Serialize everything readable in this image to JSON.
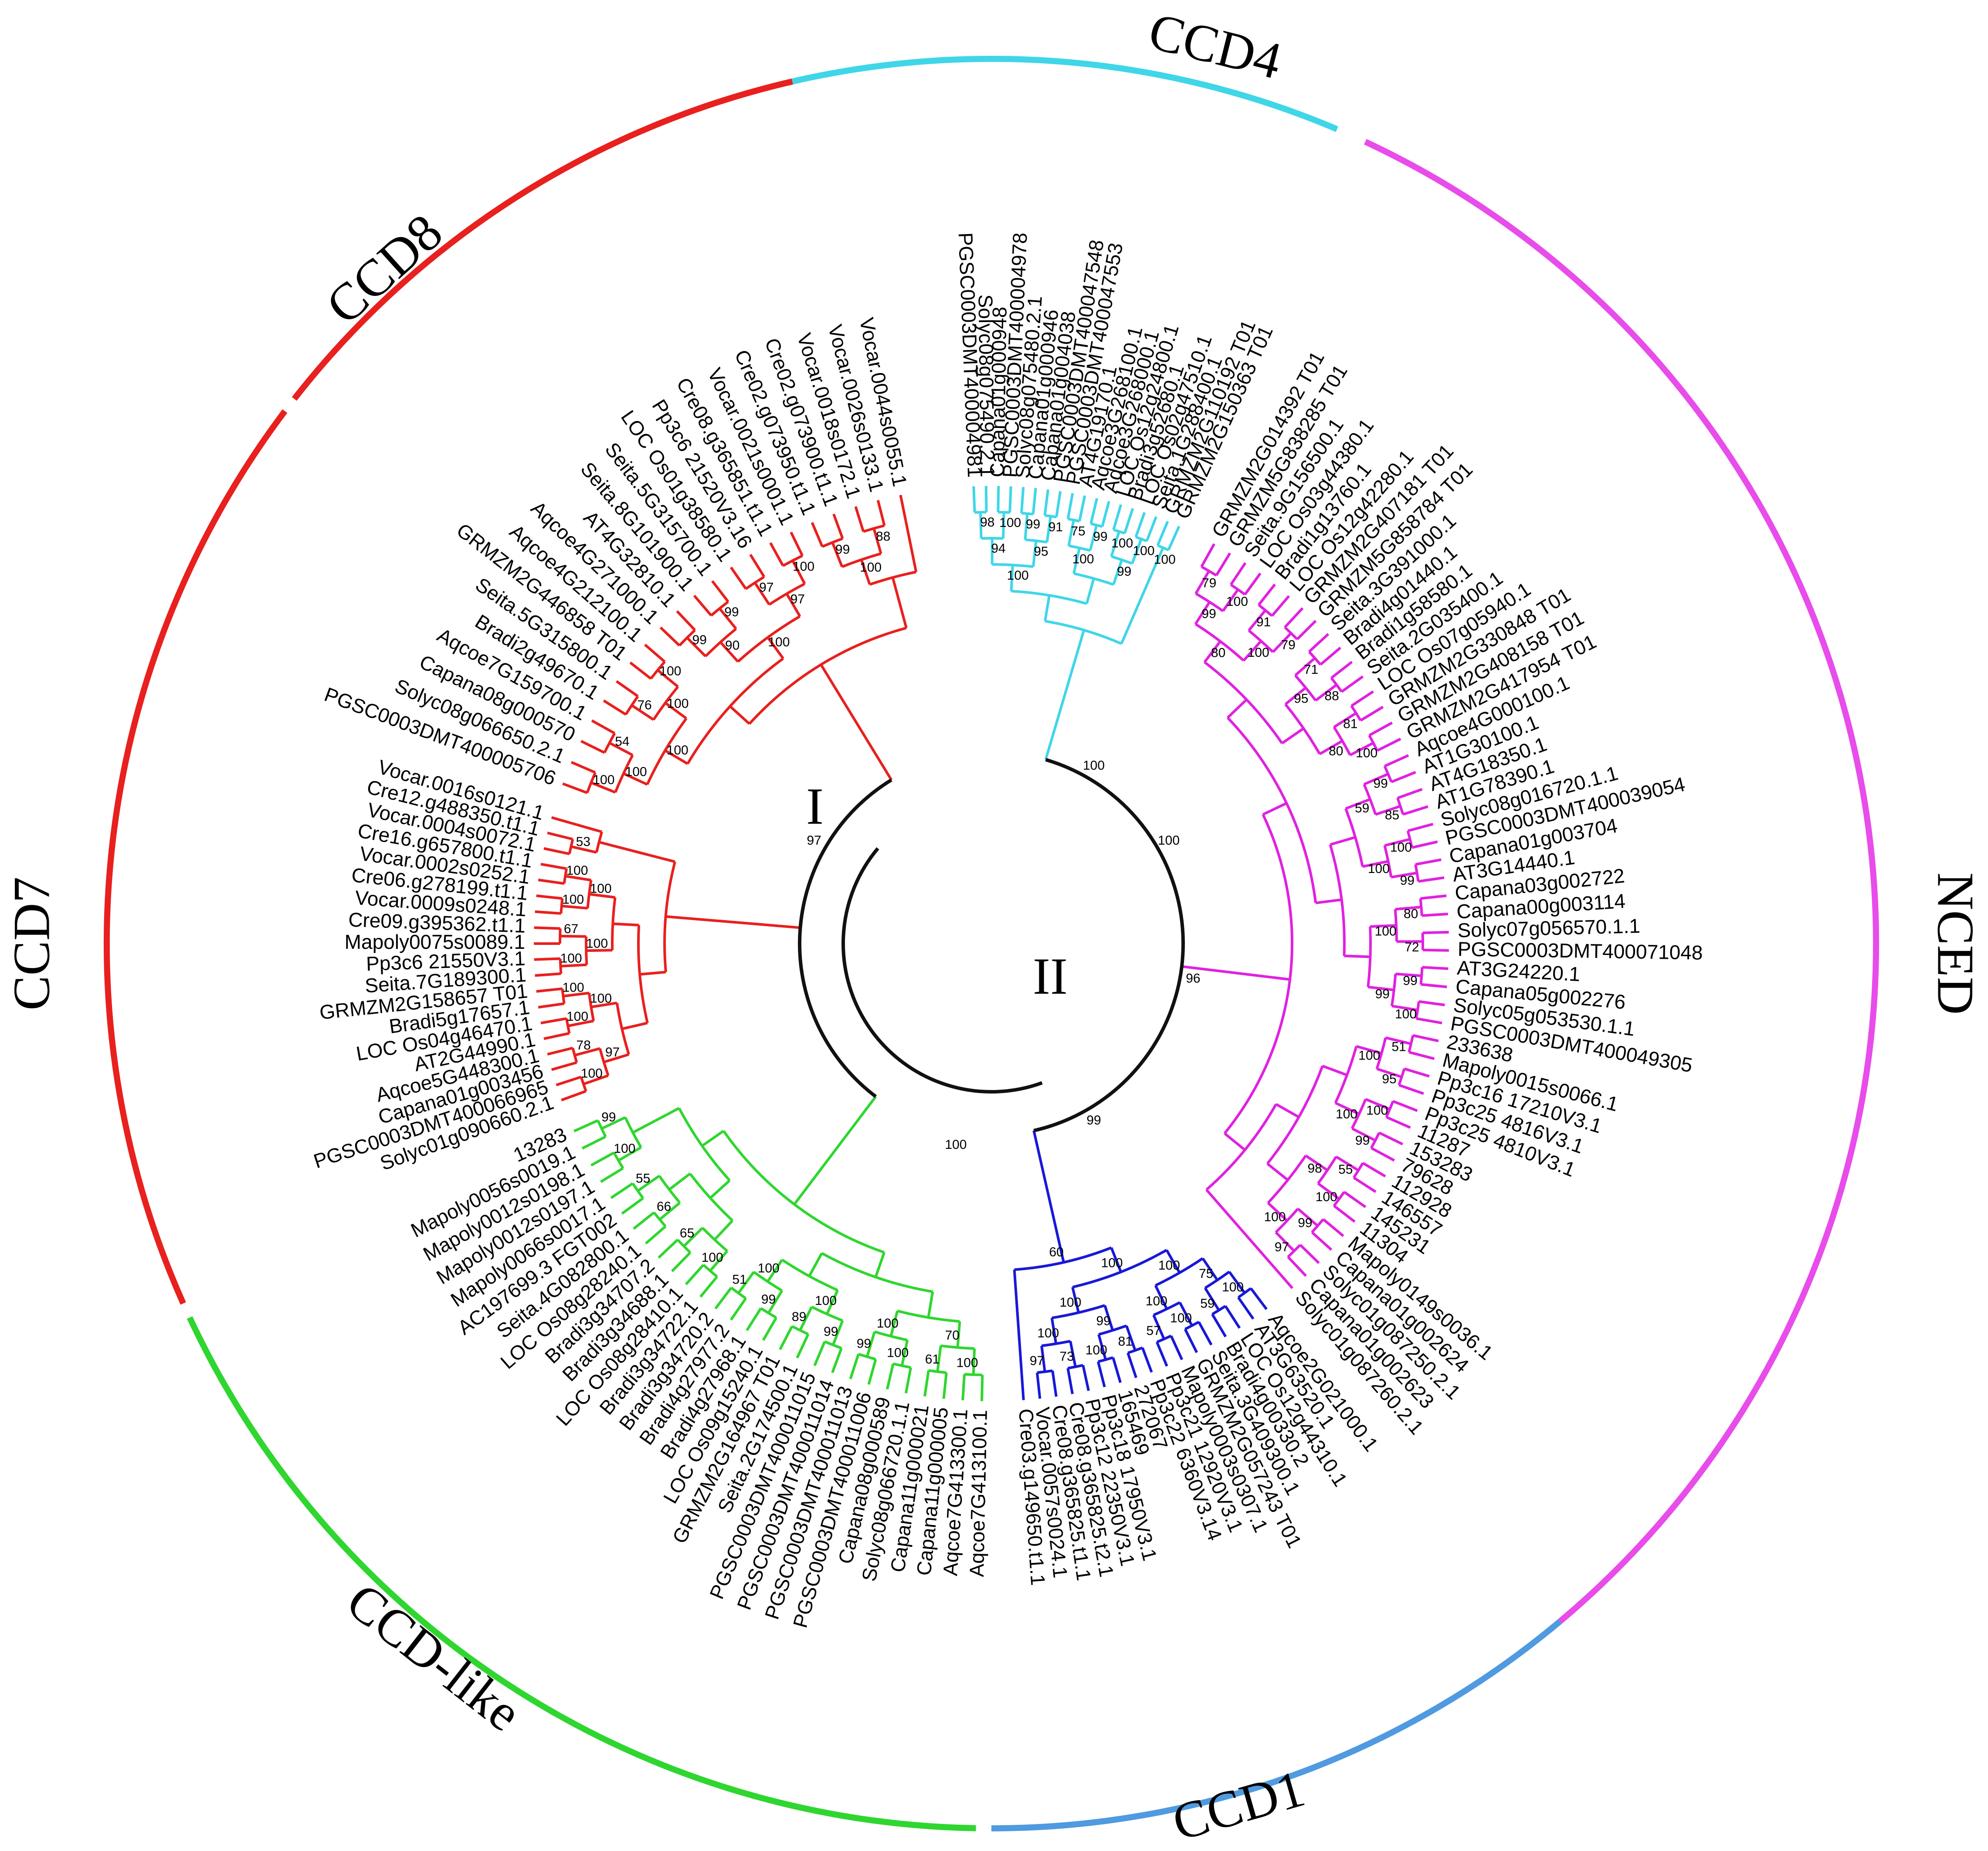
{
  "clades": [
    {
      "id": "ccd4",
      "name": "CCD4",
      "color": "#3fd6e8"
    },
    {
      "id": "nced",
      "name": "NCED",
      "color": "#e84cea"
    },
    {
      "id": "ccd1",
      "name": "CCD1",
      "color": "#4f9ae0"
    },
    {
      "id": "ccdlike",
      "name": "CCD-like",
      "color": "#2fd62f"
    },
    {
      "id": "ccd7",
      "name": "CCD7",
      "color": "#e8201e"
    },
    {
      "id": "ccd8",
      "name": "CCD8",
      "color": "#e8201e"
    }
  ],
  "group_labels": [
    "I",
    "II"
  ],
  "branch_colors": {
    "red": "#e8201e",
    "green": "#2fd62f",
    "blue": "#1818d8",
    "cyan": "#3fd6e8",
    "magenta": "#e021e0",
    "black": "#111111"
  },
  "leaves": {
    "ccd4": [
      "PGSC0003DMT400004981",
      "Solyc08g075490.2.1",
      "Capana01g000948",
      "PGSC0003DMT400004978",
      "Solyc08g075480.2.1",
      "Capana01g000946",
      "Capana01g004038",
      "PGSC0003DMT400047548",
      "PGSC0003DMT400047553",
      "AT4G19170.1",
      "Aqcoe3G268100.1",
      "Aqcoe3G268000.1",
      "LOC Os12g24800.1",
      "Bradi3g52680.1",
      "LOC Os02g47510.1",
      "Seita.1G288400.1",
      "GRMZM2G110192 T01",
      "GRMZM2G150363 T01"
    ],
    "nced": [
      "GRMZM2G014392 T01",
      "GRMZM5G838285 T01",
      "Seita.9G156500.1",
      "LOC Os03g44380.1",
      "Bradi1g13760.1",
      "LOC Os12g42280.1",
      "GRMZM2G407181 T01",
      "GRMZM5G858784 T01",
      "Seita.3G391000.1",
      "Bradi4g01440.1",
      "Bradi1g58580.1",
      "Seita.2G035400.1",
      "LOC Os07g05940.1",
      "GRMZM2G330848 T01",
      "GRMZM2G408158 T01",
      "GRMZM2G417954 T01",
      "Aqcoe4G000100.1",
      "AT1G30100.1",
      "AT4G18350.1",
      "AT1G78390.1",
      "Solyc08g016720.1.1",
      "PGSC0003DMT400039054",
      "Capana01g003704",
      "AT3G14440.1",
      "Capana03g002722",
      "Capana00g003114",
      "Solyc07g056570.1.1",
      "PGSC0003DMT400071048",
      "AT3G24220.1",
      "Capana05g002276",
      "Solyc05g053530.1.1",
      "PGSC0003DMT400049305",
      "233638",
      "Mapoly0015s0066.1",
      "Pp3c16 17210V3.1",
      "Pp3c25 4816V3.1",
      "Pp3c25 4810V3.1",
      "11287",
      "153283",
      "79628",
      "112928",
      "146557",
      "145231",
      "11304",
      "Mapoly0149s0036.1",
      "Capana01g002624",
      "Solyc01g087250.2.1",
      "Capana01g002623",
      "Solyc01g087260.2.1"
    ],
    "ccd1": [
      "Aqcoe2G021000.1",
      "AT3G63520.1",
      "LOC Os12g44310.1",
      "Bradi4g00330.2",
      "Seita.3G409300.1",
      "GRMZM2G057243 T01",
      "Mapoly0003s0307.1",
      "Pp3c21 12920V3.1",
      "Pp3c22 6360V3.14",
      "272067",
      "165469",
      "Pp3c18 17950V3.1",
      "Pp3c12 22350V3.1",
      "Cre08.g365825.t2.1",
      "Cre08.g365825.t1.1",
      "Vocar.0057s0024.1",
      "Cre03.g149650.t1.1"
    ],
    "ccdlike": [
      "Aqcoe7G413100.1",
      "Aqcoe7G413300.1",
      "Capana11g000005",
      "Capana11g000021",
      "Solyc08g066720.1.1",
      "Capana08g000589",
      "PGSC0003DMT400011006",
      "PGSC0003DMT400011013",
      "PGSC0003DMT400011014",
      "PGSC0003DMT400011015",
      "Seita.2G174500.1",
      "GRMZM2G164967 T01",
      "LOC Os09g15240.1",
      "Bradi4g27968.1",
      "Bradi4g27977.2",
      "Bradi3g34720.2",
      "Bradi3g34722.1",
      "LOC Os08g28410.1",
      "Bradi3g34688.1",
      "Bradi3g34707.2",
      "LOC Os08g28240.1",
      "Seita.4G082800.1",
      "AC197699.3 FGT002",
      "Mapoly0066s0017.1",
      "Mapoly0012s0197.1",
      "Mapoly0012s0198.1",
      "Mapoly0056s0019.1",
      "13283"
    ],
    "ccd7": [
      "Solyc01g090660.2.1",
      "PGSC0003DMT400066965",
      "Capana01g003456",
      "Aqcoe5G448300.1",
      "AT2G44990.1",
      "LOC Os04g46470.1",
      "Bradi5g17657.1",
      "GRMZM2G158657 T01",
      "Seita.7G189300.1",
      "Pp3c6 21550V3.1",
      "Mapoly0075s0089.1",
      "Cre09.g395362.t1.1",
      "Vocar.0009s0248.1",
      "Cre06.g278199.t1.1",
      "Vocar.0002s0252.1",
      "Cre16.g657800.t1.1",
      "Vocar.0004s0072.1",
      "Cre12.g488350.t1.1",
      "Vocar.0016s0121.1"
    ],
    "ccd8": [
      "PGSC0003DMT400005706",
      "Solyc08g066650.2.1",
      "Capana08g000570",
      "Aqcoe7G159700.1",
      "Bradi2g49670.1",
      "Seita.5G315800.1",
      "GRMZM2G446858 T01",
      "Aqcoe4G212100.1",
      "Aqcoe4G271000.1",
      "AT4G32810.1",
      "Seita.8G101900.1",
      "Seita.5G315700.1",
      "LOC Os01g38580.1",
      "Pp3c6 21520V3.16",
      "Cre08.g365851.t1.1",
      "Vocar.0021s0001.1",
      "Cre02.g073950.t1.1",
      "Cre02.g073900.t1.1",
      "Vocar.0018s0172.1",
      "Vocar.0026s0133.1",
      "Vocar.0044s0055.1"
    ]
  },
  "bootstrap": {
    "ccd4": [
      "98",
      "100",
      "99",
      "91",
      "75",
      "99",
      "100",
      "100",
      "100",
      "94",
      "95",
      "100",
      "99",
      "100"
    ],
    "nced": [
      "79",
      "100",
      "91",
      "79",
      "71",
      "88",
      "81",
      "100",
      "99",
      "85",
      "100",
      "99",
      "80",
      "72",
      "99",
      "100",
      "51",
      "95",
      "100",
      "99",
      "55",
      "100",
      "99",
      "97",
      "99",
      "100",
      "95",
      "80",
      "59",
      "100",
      "100",
      "99",
      "100",
      "100",
      "98",
      "100",
      "80"
    ],
    "ccd1": [
      "100",
      "59",
      "100",
      "57",
      "81",
      "100",
      "73",
      "97",
      "75",
      "100",
      "99",
      "100",
      "100",
      "100",
      "100",
      "60"
    ],
    "ccdlike": [
      "100",
      "61",
      "100",
      "99",
      "99",
      "89",
      "99",
      "51",
      "100",
      "65",
      "66",
      "55",
      "100",
      "99",
      "70",
      "100",
      "100",
      "100"
    ],
    "ccd7": [
      "100",
      "78",
      "100",
      "100",
      "100",
      "67",
      "100",
      "100",
      "53",
      "97",
      "100",
      "100",
      "100"
    ],
    "ccd8": [
      "100",
      "54",
      "76",
      "100",
      "99",
      "99",
      "97",
      "100",
      "99",
      "88",
      "100",
      "100",
      "90",
      "97",
      "100",
      "100",
      "100"
    ]
  },
  "group_bootstrap": [
    "100",
    "100",
    "96",
    "99",
    "100",
    "97"
  ]
}
